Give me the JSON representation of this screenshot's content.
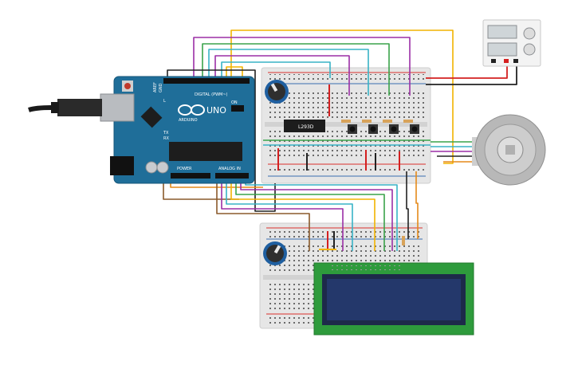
{
  "arduino": {
    "brand": "ARDUINO",
    "model": "UNO",
    "digital_header": "DIGITAL (PWM~)",
    "power_header": "POWER",
    "analog_header": "ANALOG IN",
    "on_label": "ON",
    "aref": "AREF",
    "gnd": "GND",
    "tx": "TX",
    "rx": "RX",
    "l_label": "L"
  },
  "driver_chip": {
    "label": "L293D"
  },
  "colors": {
    "board": "#1f6e99",
    "breadboard": "#e8e8e8",
    "rail_red": "#d9302c",
    "rail_blue": "#3a6fb0",
    "wire_yellow": "#f2b400",
    "wire_purple": "#9b2fa6",
    "wire_teal": "#38b3c6",
    "wire_orange": "#e58a1a",
    "wire_green": "#3aa34a",
    "wire_brown": "#8a5a2b",
    "wire_black": "#222222",
    "wire_red": "#d42020",
    "lcd_screen": "#24386b",
    "lcd_pcb": "#2e9b3c"
  },
  "components": [
    {
      "name": "arduino-uno",
      "type": "microcontroller"
    },
    {
      "name": "main-breadboard",
      "type": "breadboard"
    },
    {
      "name": "lcd-breadboard",
      "type": "breadboard"
    },
    {
      "name": "l293d-driver",
      "type": "ic"
    },
    {
      "name": "potentiometer-top",
      "type": "potentiometer"
    },
    {
      "name": "potentiometer-lcd",
      "type": "potentiometer"
    },
    {
      "name": "push-buttons",
      "type": "button",
      "count": 4
    },
    {
      "name": "dc-power-supply",
      "type": "power-supply"
    },
    {
      "name": "dc-motor-encoder",
      "type": "motor"
    },
    {
      "name": "lcd-16x2",
      "type": "display"
    }
  ]
}
